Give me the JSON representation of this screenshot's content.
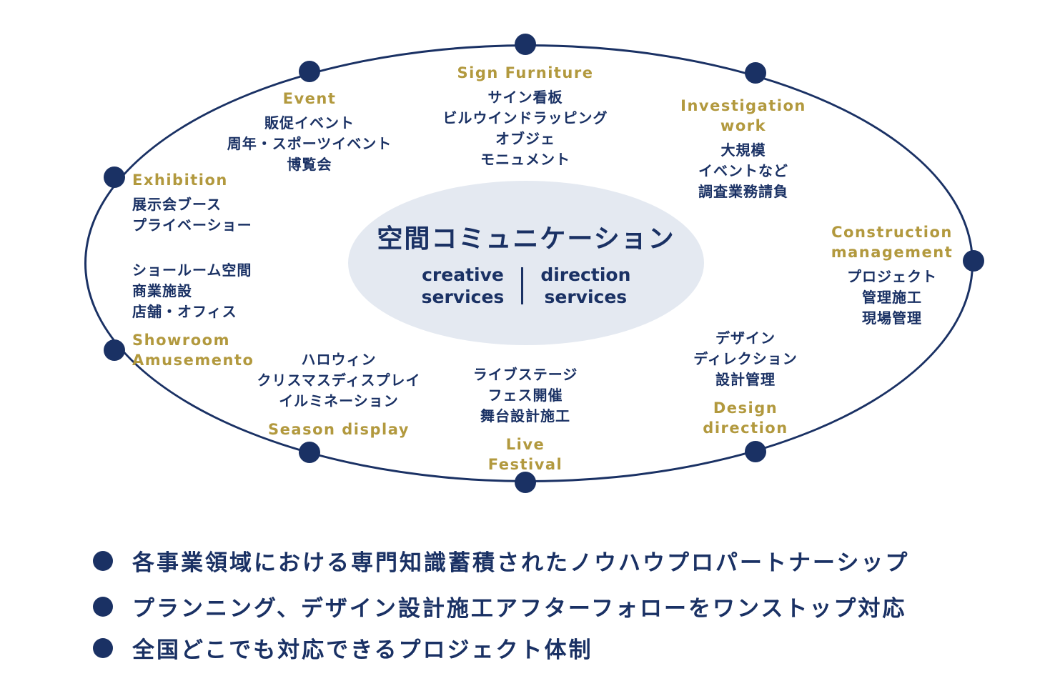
{
  "colors": {
    "navy": "#1a3164",
    "gold": "#b2993e",
    "center_fill": "#e4e9f1"
  },
  "center": {
    "title": "空間コミュニケーション",
    "left_service": "creative\nservices",
    "right_service": "direction\nservices"
  },
  "groups": [
    {
      "id": "event",
      "en": "Event",
      "lines": [
        "販促イベント",
        "周年・スポーツイベント",
        "博覧会"
      ]
    },
    {
      "id": "sign-furniture",
      "en": "Sign Furniture",
      "lines": [
        "サイン看板",
        "ビルウインドラッピング",
        "オブジェ",
        "モニュメント"
      ]
    },
    {
      "id": "investigation-work",
      "en": "Investigation\nwork",
      "lines": [
        "大規模",
        "イベントなど",
        "調査業務請負"
      ]
    },
    {
      "id": "exhibition",
      "en": "Exhibition",
      "lines": [
        "展示会ブース",
        "プライベーショー"
      ]
    },
    {
      "id": "showroom-amusemento",
      "en": "Showroom\nAmusemento",
      "lines": [
        "ショールーム空間",
        "商業施設",
        "店舗・オフィス"
      ]
    },
    {
      "id": "season-display",
      "en": "Season display",
      "lines": [
        "ハロウィン",
        "クリスマスディスプレイ",
        "イルミネーション"
      ]
    },
    {
      "id": "live-festival",
      "en": "Live\nFestival",
      "lines": [
        "ライブステージ",
        "フェス開催",
        "舞台設計施工"
      ]
    },
    {
      "id": "design-direction",
      "en": "Design\ndirection",
      "lines": [
        "デザイン",
        "ディレクション",
        "設計管理"
      ]
    },
    {
      "id": "construction-management",
      "en": "Construction\nmanagement",
      "lines": [
        "プロジェクト",
        "管理施工",
        "現場管理"
      ]
    }
  ],
  "bullets": [
    "各事業領域における専門知識蓄積されたノウハウプロパートナーシップ",
    "プランニング、デザイン設計施工アフターフォローをワンストップ対応",
    "全国どこでも対応できるプロジェクト体制"
  ]
}
